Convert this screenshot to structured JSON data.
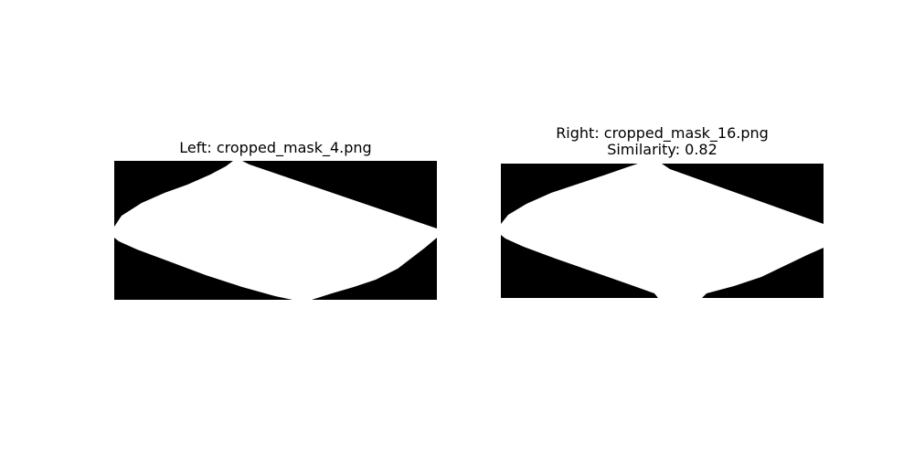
{
  "left_panel": {
    "title": "Left: cropped_mask_4.png"
  },
  "right_panel": {
    "title": "Right: cropped_mask_16.png",
    "similarity": "Similarity: 0.82"
  },
  "colors": {
    "mask_foreground": "#ffffff",
    "mask_background": "#000000",
    "figure_background": "#ffffff"
  }
}
